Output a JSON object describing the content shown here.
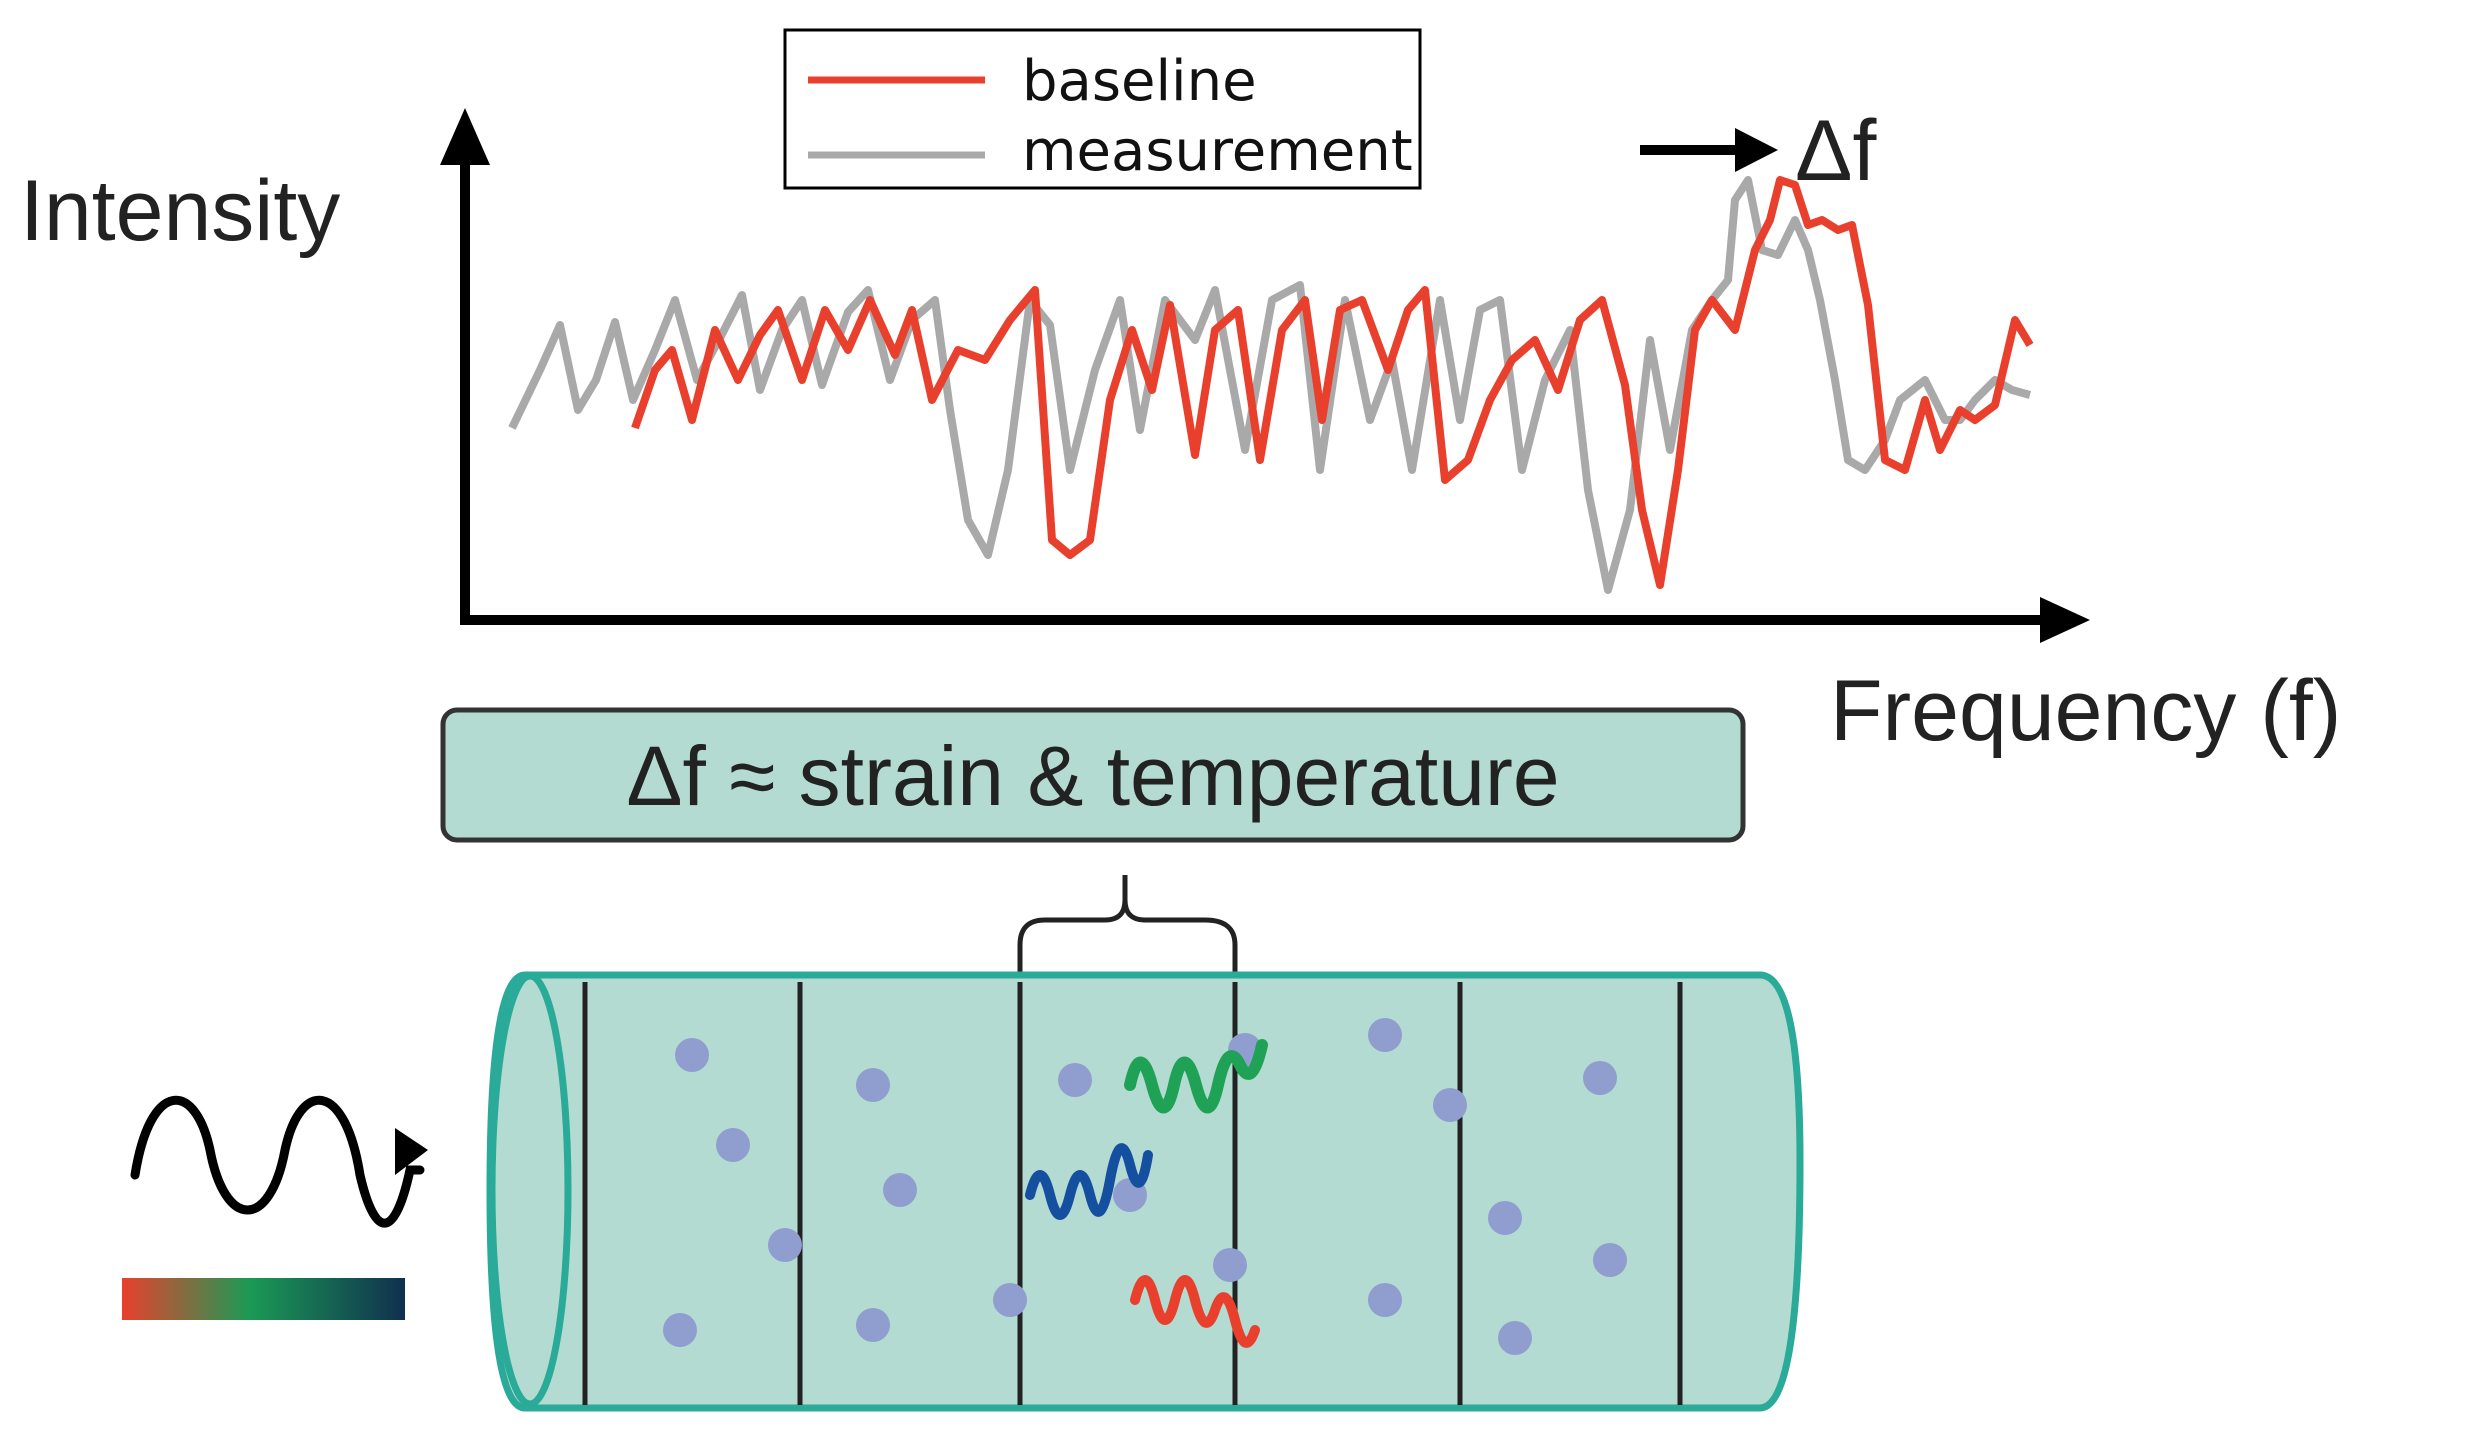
{
  "chart": {
    "ylabel": "Intensity",
    "xlabel": "Frequency (f)",
    "shift_label": "Δf",
    "legend": {
      "baseline": "baseline",
      "measurement": "measurement"
    },
    "colors": {
      "baseline": "#e8402c",
      "measurement": "#a9a9a9",
      "axis": "#000000"
    }
  },
  "equation": {
    "text": "Δf ≈ strain & temperature",
    "fill": "#b4dbd1"
  },
  "fiber": {
    "fill": "#b4dbd1",
    "outline": "#2aaa98",
    "scatter_color": "#8f9ecf",
    "wave_colors": [
      "#1fa255",
      "#154fa0",
      "#e8402c"
    ],
    "spectrum_colors": [
      "#e8402c",
      "#1b9a55",
      "#10304f"
    ]
  }
}
